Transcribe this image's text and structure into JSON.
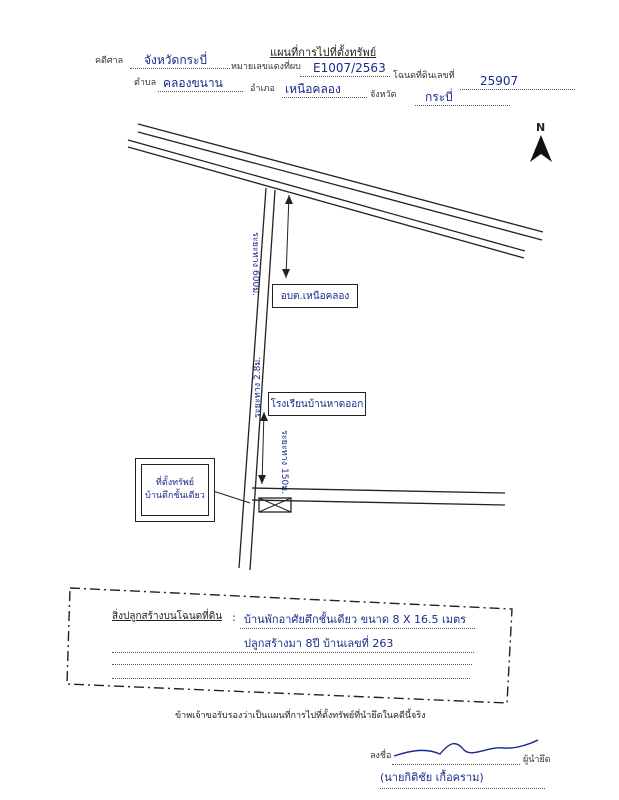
{
  "header": {
    "title": "แผนที่การไปที่ตั้งทรัพย์",
    "court_label": "คดีศาล",
    "court_value": "จังหวัดกระบี่",
    "case_no_label": "หมายเลขแดงที่ผบ",
    "case_no_value": "E1007/2563",
    "deed_label": "โฉนดที่ดินเลขที่",
    "deed_value": "25907",
    "subdistrict_label": "ตำบล",
    "subdistrict_value": "คลองขนาน",
    "district_label": "อำเภอ",
    "district_value": "เหนือคลอง",
    "province_label": "จังหวัด",
    "province_value": "กระบี่"
  },
  "map": {
    "north": "N",
    "dist_top": "ระยะทาง 600ม.",
    "dist_mid": "ระยะทาง 150ม.",
    "road_width": "ระยะทาง 2.8ม.",
    "landmark_1": "อบต.เหนือคลอง",
    "landmark_2": "โรงเรียนบ้านหาดออก",
    "property_line1": "ที่ตั้งทรัพย์",
    "property_line2": "บ้านตึกชั้นเดียว"
  },
  "summary": {
    "label": "สิ่งปลูกสร้างบนโฉนดที่ดิน",
    "line1": "บ้านพักอาศัยตึกชั้นเดียว ขนาด 8 X 16.5 เมตร",
    "line2": "ปลูกสร้างมา 8ปี บ้านเลขที่ 263"
  },
  "footer": {
    "certify": "ข้าพเจ้าขอรับรองว่าเป็นแผนที่การไปที่ตั้งทรัพย์ที่นำยึดในคดีนี้จริง",
    "sign_label": "ลงชื่อ",
    "sign_role": "ผู้นำยึด",
    "signer_name": "(นายกิติชัย เกื้อคราม)"
  }
}
